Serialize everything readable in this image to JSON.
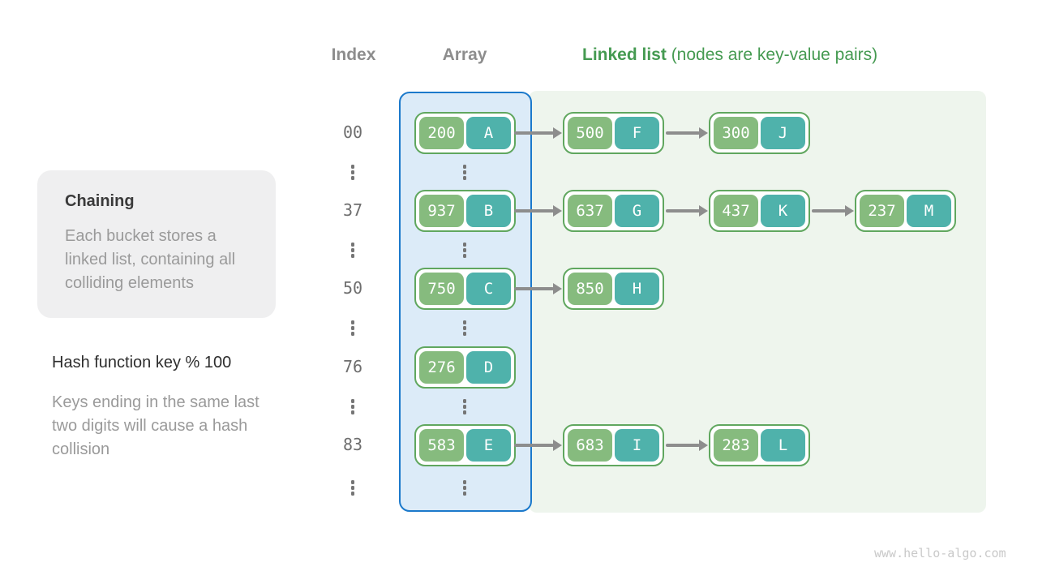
{
  "header": {
    "index_label": "Index",
    "array_label": "Array",
    "linked_list_label": "Linked list",
    "linked_list_note": " (nodes are key-value pairs)"
  },
  "info_card": {
    "title": "Chaining",
    "body": "Each bucket stores a linked list, containing all colliding elements"
  },
  "hash_note": {
    "title": "Hash function key % 100",
    "body": "Keys ending in the same last two digits will cause a hash collision"
  },
  "watermark": "www.hello-algo.com",
  "colors": {
    "key_green": "#86bb7e",
    "value_teal": "#4fb2ab",
    "node_border_green": "#60a75f",
    "array_fill": "#dcebf8",
    "array_border": "#1b79cb",
    "list_panel_fill": "#eef5ed",
    "arrow_gray": "#8d8d8d",
    "header_gray": "#8d8d8d",
    "header_green": "#459a51",
    "info_card_fill": "#efeff0"
  },
  "diagram": {
    "rows": [
      {
        "index": "00",
        "bucket": {
          "key": "200",
          "value": "A"
        },
        "chain": [
          {
            "key": "500",
            "value": "F"
          },
          {
            "key": "300",
            "value": "J"
          }
        ]
      },
      {
        "index": "37",
        "bucket": {
          "key": "937",
          "value": "B"
        },
        "chain": [
          {
            "key": "637",
            "value": "G"
          },
          {
            "key": "437",
            "value": "K"
          },
          {
            "key": "237",
            "value": "M"
          }
        ]
      },
      {
        "index": "50",
        "bucket": {
          "key": "750",
          "value": "C"
        },
        "chain": [
          {
            "key": "850",
            "value": "H"
          }
        ]
      },
      {
        "index": "76",
        "bucket": {
          "key": "276",
          "value": "D"
        },
        "chain": []
      },
      {
        "index": "83",
        "bucket": {
          "key": "583",
          "value": "E"
        },
        "chain": [
          {
            "key": "683",
            "value": "I"
          },
          {
            "key": "283",
            "value": "L"
          }
        ]
      }
    ]
  }
}
